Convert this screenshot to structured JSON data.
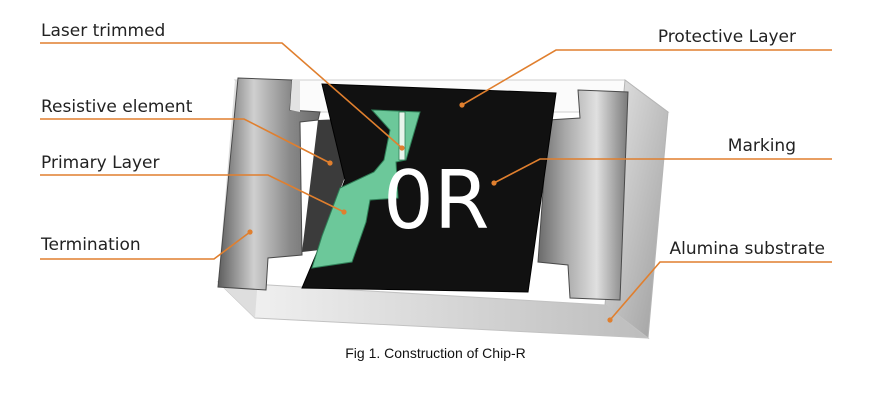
{
  "labels": {
    "laser_trimmed": "Laser trimmed",
    "resistive_element": "Resistive element",
    "primary_layer": "Primary Layer",
    "termination": "Termination",
    "protective_layer": "Protective Layer",
    "marking": "Marking",
    "alumina_substrate": "Alumina substrate"
  },
  "marking_text": "0R",
  "caption": "Fig 1. Construction of Chip-R",
  "colors": {
    "leader_line": "#e07f2e",
    "protective_layer": "#111111",
    "primary_layer": "#6cc89a",
    "termination": "#9a9a9a",
    "substrate": "#f2f2f2"
  }
}
